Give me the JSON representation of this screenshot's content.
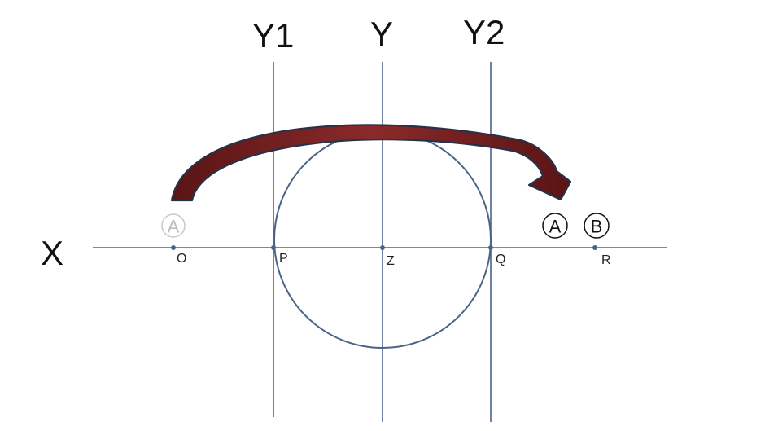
{
  "labels": {
    "x_axis": "X",
    "y_axis": "Y",
    "y1_axis": "Y1",
    "y2_axis": "Y2"
  },
  "points": {
    "O": "O",
    "P": "P",
    "Z": "Z",
    "Q": "Q",
    "R": "R"
  },
  "markers": {
    "a_faded": "A",
    "a_circled": "A",
    "b_circled": "B"
  },
  "colors": {
    "line": "#4a6488",
    "arrow_fill": "#6e1c1c",
    "arrow_stroke": "#27324a",
    "faded_marker": "#bbbbbb",
    "text": "#111111"
  }
}
